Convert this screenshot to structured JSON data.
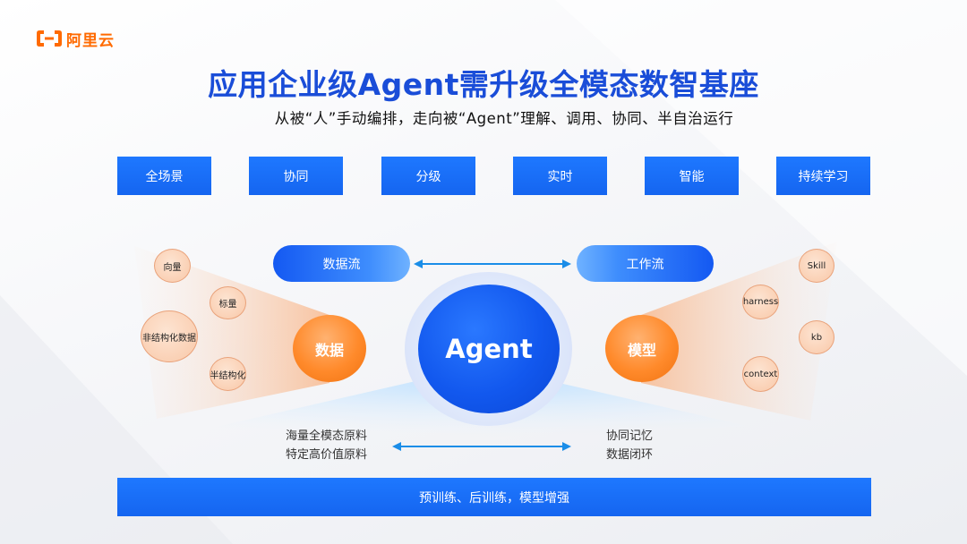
{
  "brand": {
    "logo_text": "阿里云",
    "accent": "#ff6a00"
  },
  "title": "应用企业级Agent需升级全模态数智基座",
  "subtitle": "从被“人”手动编排，走向被“Agent”理解、调用、协同、半自治运行",
  "tags": [
    "全场景",
    "协同",
    "分级",
    "实时",
    "智能",
    "持续学习"
  ],
  "flows": {
    "left": "数据流",
    "right": "工作流"
  },
  "center": {
    "label": "Agent"
  },
  "left_hub": {
    "label": "数据",
    "bubbles": [
      "向量",
      "标量",
      "非结构化数据",
      "半结构化"
    ]
  },
  "right_hub": {
    "label": "模型",
    "bubbles": [
      "Skill",
      "harness",
      "kb",
      "context"
    ]
  },
  "bottom_left": {
    "line1": "海量全模态原料",
    "line2": "特定高价值原料"
  },
  "bottom_right": {
    "line1": "协同记忆",
    "line2": "数据闭环"
  },
  "bottom_bar": "预训练、后训练，模型增强",
  "colors": {
    "primary_blue": "#1565f0",
    "orange": "#ff8a2b",
    "bubble_fill": "#f9c8a8"
  }
}
